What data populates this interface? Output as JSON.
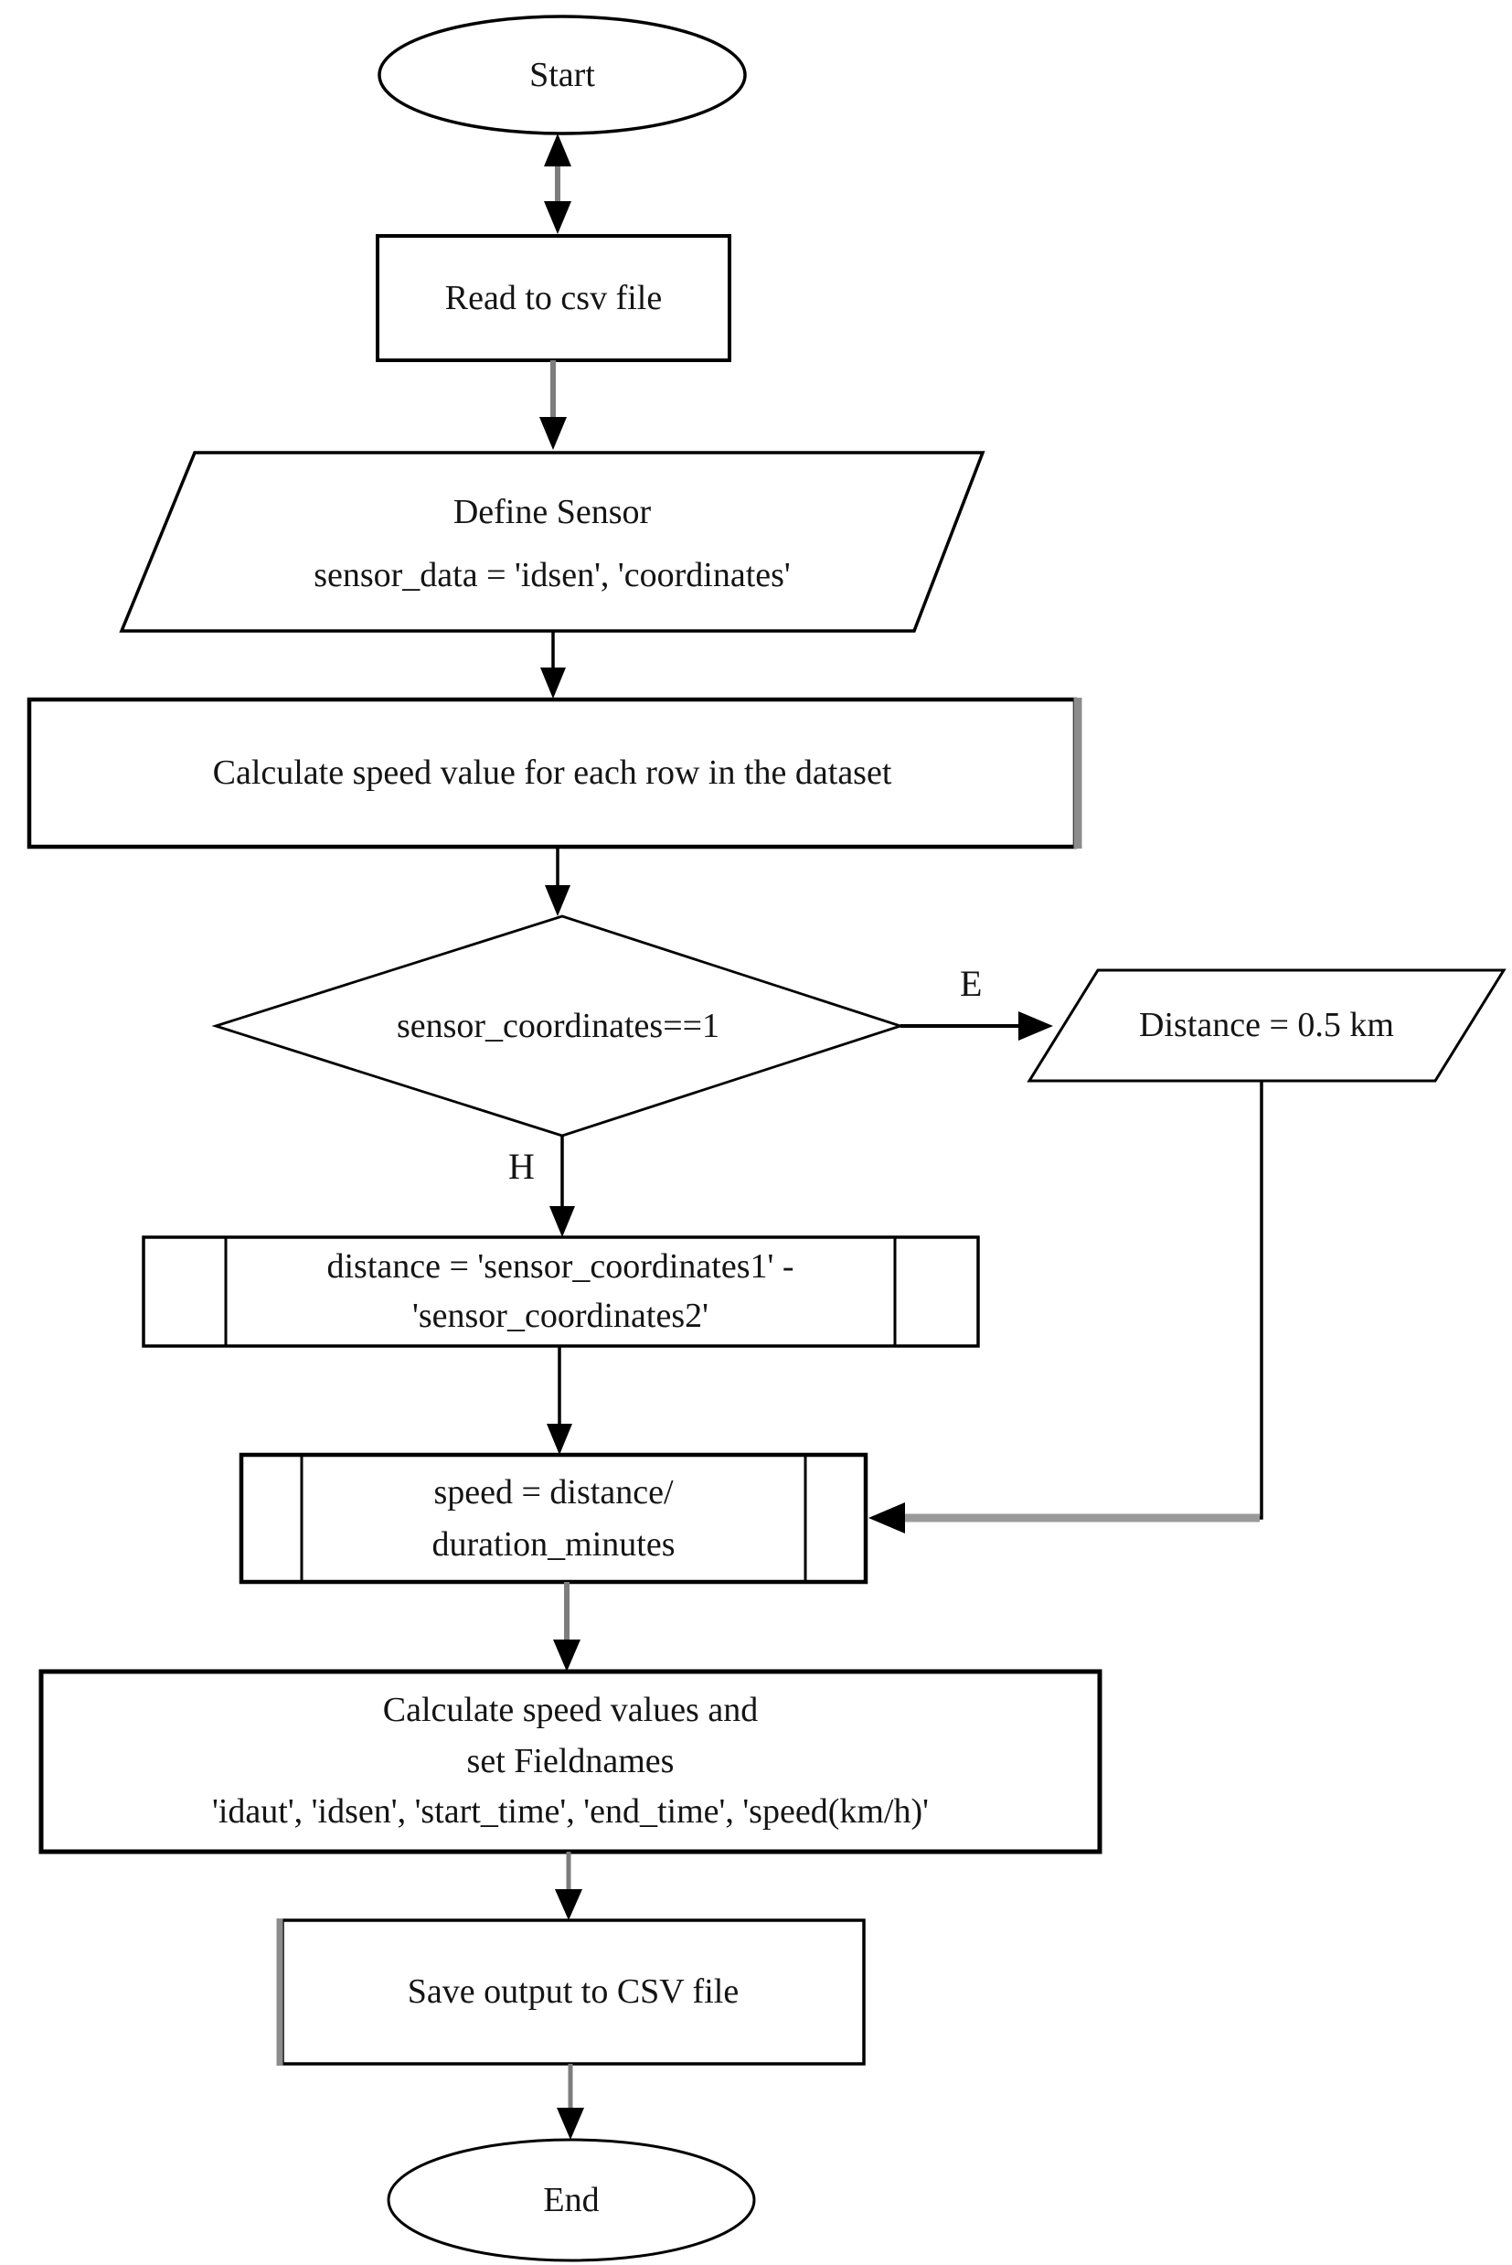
{
  "flowchart": {
    "title_hint": "Speed calculation flowchart",
    "nodes": {
      "start": {
        "type": "terminator",
        "label": "Start"
      },
      "read_csv": {
        "type": "process",
        "label": "Read to csv file"
      },
      "define_sensor": {
        "type": "data",
        "line1": "Define Sensor",
        "line2": "sensor_data = 'idsen', 'coordinates'"
      },
      "calc_speed_row": {
        "type": "process",
        "label": "Calculate speed value for each row in the dataset"
      },
      "decision": {
        "type": "decision",
        "label": "sensor_coordinates==1"
      },
      "distance_const": {
        "type": "data",
        "label": "Distance = 0.5 km"
      },
      "distance_calc": {
        "type": "predefined",
        "line1": "distance = 'sensor_coordinates1' -",
        "line2": "'sensor_coordinates2'"
      },
      "speed_calc": {
        "type": "predefined",
        "line1": "speed = distance/",
        "line2": "duration_minutes"
      },
      "calc_fieldnames": {
        "type": "process",
        "line1": "Calculate speed values and",
        "line2": "set Fieldnames",
        "line3": "'idaut', 'idsen', 'start_time', 'end_time', 'speed(km/h)'"
      },
      "save_output": {
        "type": "process",
        "label": "Save output to CSV file"
      },
      "end": {
        "type": "terminator",
        "label": "End"
      }
    },
    "edge_labels": {
      "decision_east": "E",
      "decision_south": "H"
    },
    "colors": {
      "stroke": "#000000",
      "arrow_gray": "#7d7d7d",
      "shadow_gray": "#8c8c8c",
      "background": "#ffffff",
      "text": "#141414"
    }
  }
}
